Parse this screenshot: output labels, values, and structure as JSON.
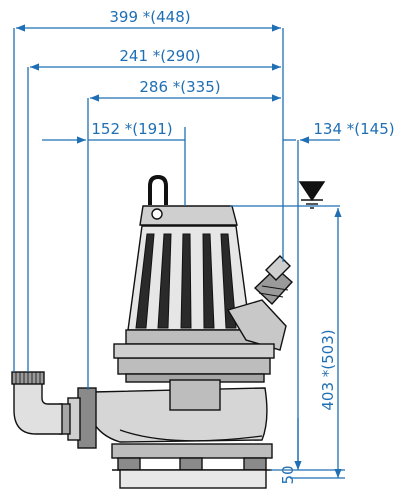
{
  "colors": {
    "dimension": "#1f6fb5",
    "outline": "#111111",
    "fill_light": "#d9d9d9",
    "fill_mid": "#8a8a8a",
    "fill_dark": "#2a2a2a"
  },
  "dimensions": {
    "width_overall": "399 *(448)",
    "width_241": "241 *(290)",
    "width_286": "286 *(335)",
    "width_152": "152 *(191)",
    "width_134": "134 *(145)",
    "height_overall": "403 *(503)",
    "height_base": "50"
  },
  "icons": {
    "water_level": "water-level-icon"
  }
}
